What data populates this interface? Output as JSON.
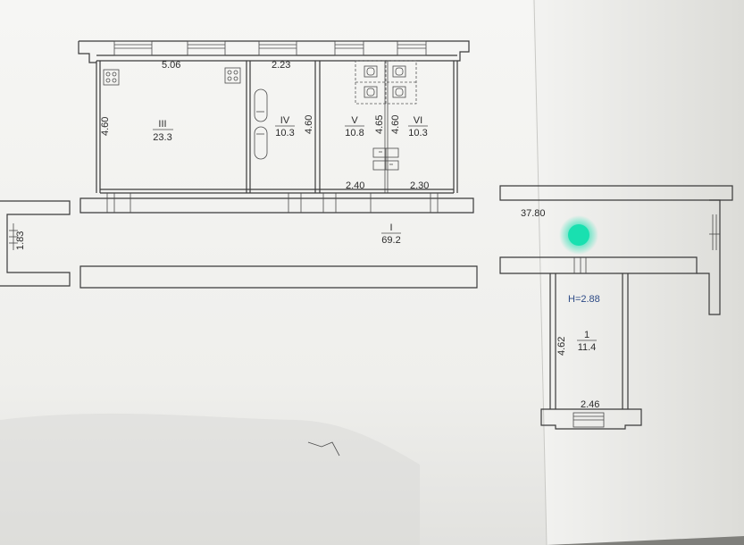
{
  "rooms": {
    "kitchen": {
      "number": "III",
      "area": "23.3",
      "width": "5.06",
      "depth": "4.60"
    },
    "room_iv": {
      "number": "IV",
      "area": "10.3",
      "width": "2.23",
      "depth": "4.60"
    },
    "room_v": {
      "number": "V",
      "area": "10.8",
      "depth": "4.65",
      "width": "2.40"
    },
    "room_vi": {
      "number": "VI",
      "area": "10.3",
      "depth": "4.60",
      "width": "2.30"
    },
    "corridor": {
      "number": "I",
      "area": "69.2",
      "length": "37.80"
    },
    "room_1": {
      "number": "1",
      "area": "11.4",
      "depth": "4.62",
      "width": "2.46",
      "height": "H=2.88"
    },
    "stair": {
      "width": "1.83"
    }
  },
  "colors": {
    "paper": "#f4f4f2",
    "line": "#3a3a3a",
    "marker": "#19e0b0",
    "height_text": "#2e4b86"
  }
}
